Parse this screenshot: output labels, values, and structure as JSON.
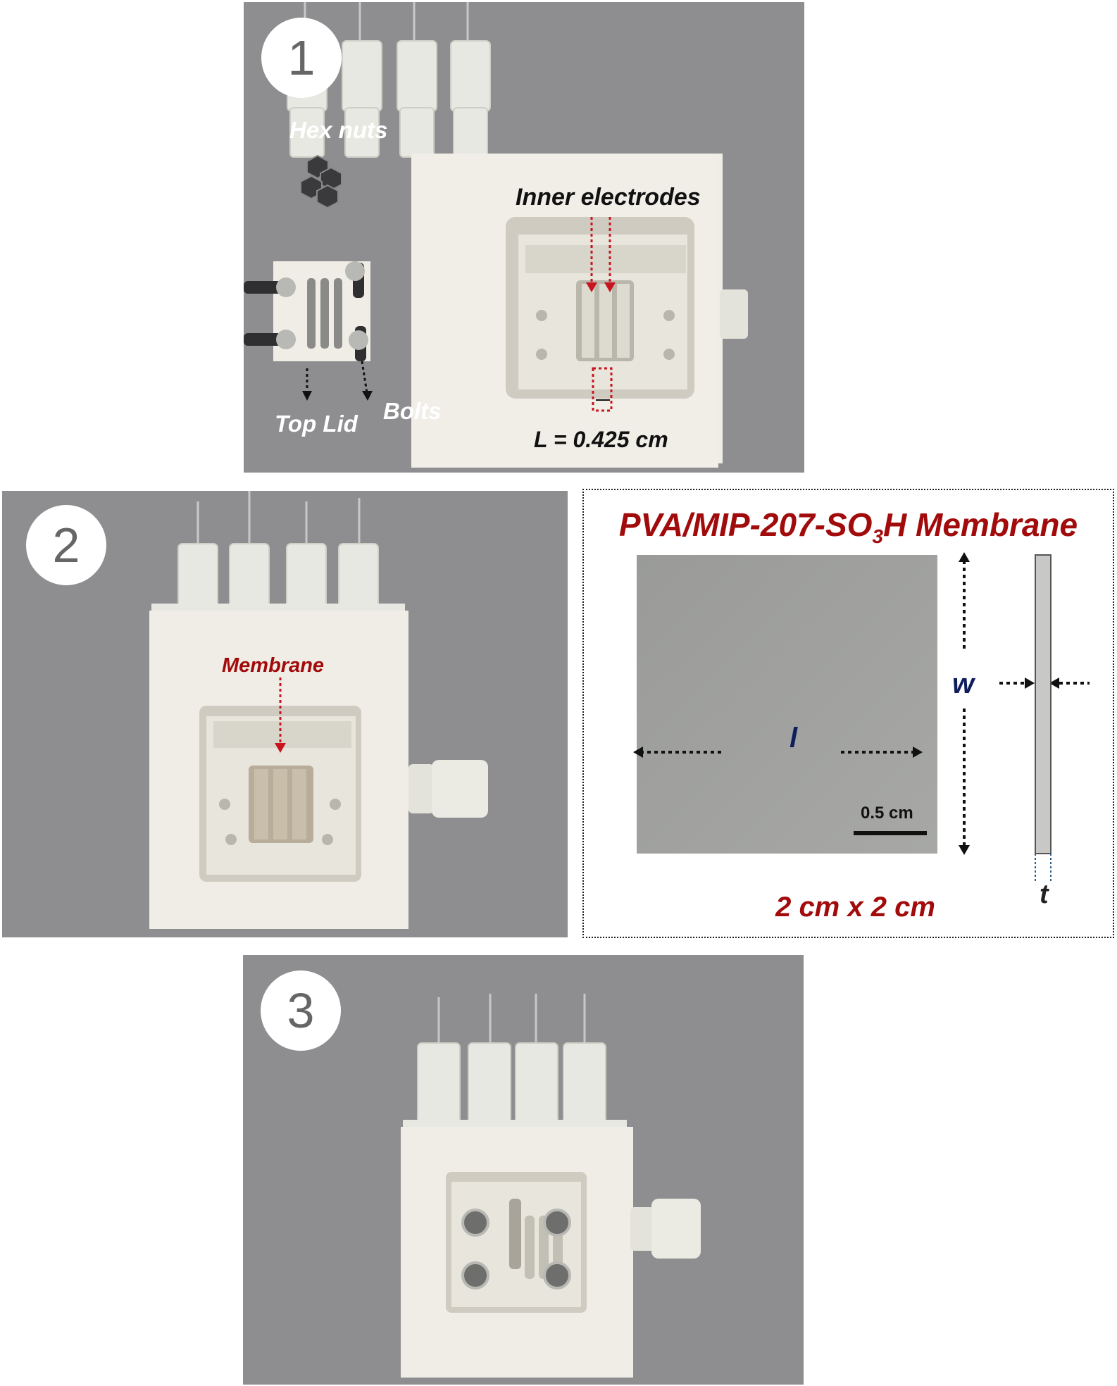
{
  "panel1": {
    "step": "1",
    "labels": {
      "hex_nuts": "Hex nuts",
      "inner_electrodes": "Inner electrodes",
      "top_lid": "Top Lid",
      "bolts": "Bolts",
      "gap": "L = 0.425 cm"
    }
  },
  "panel2": {
    "step": "2",
    "labels": {
      "membrane": "Membrane"
    }
  },
  "panel3": {
    "step": "3"
  },
  "membrane_card": {
    "title_prefix": "PVA/MIP-207-SO",
    "title_sub": "3",
    "title_suffix": "H Membrane",
    "scale_bar": "0.5 cm",
    "dim_length": "l",
    "dim_width": "w",
    "dim_thickness": "t",
    "size": "2 cm x 2 cm"
  },
  "colors": {
    "panel_background": "#8e8e90",
    "annotation_red": "#a10b0b",
    "dimension_blue": "#0d1d5e",
    "cell_body": "#efede6"
  }
}
